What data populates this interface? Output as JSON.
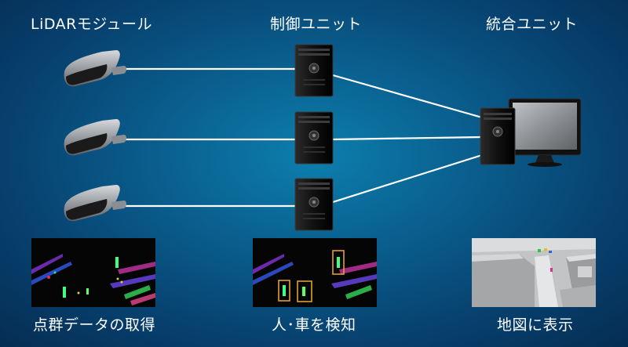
{
  "columns": {
    "lidar": "LiDARモジュール",
    "control": "制御ユニット",
    "integration": "統合ユニット"
  },
  "captions": {
    "pointcloud": "点群データの取得",
    "detection": "人･車を検知",
    "map": "地図に表示"
  },
  "colors": {
    "background": "#0a5f8e",
    "line": "#ffffff",
    "detection_box": "#e0a030"
  }
}
